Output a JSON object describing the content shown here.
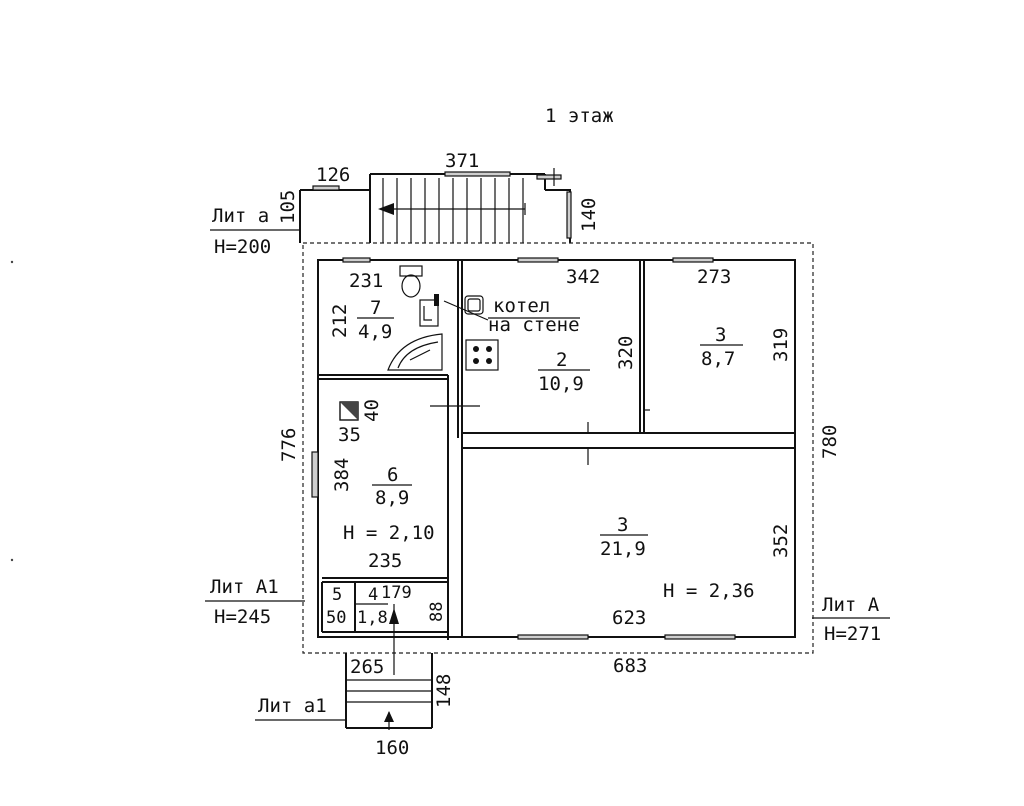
{
  "title": "1 этаж",
  "stair_top": {
    "w1": "126",
    "w2": "371",
    "h1": "105",
    "h2": "140"
  },
  "lit_a": {
    "name": "Лит а",
    "height": "H=200"
  },
  "lit_a1_upper": {
    "name": "Лит А1",
    "height": "H=245"
  },
  "lit_big_a": {
    "name": "Лит А",
    "height": "H=271"
  },
  "lit_a1_lower": {
    "name": "Лит а1"
  },
  "overall": {
    "left": "776",
    "right": "780",
    "bottom": "683"
  },
  "rooms": {
    "r7": {
      "num": "7",
      "area": "4,9",
      "w": "231",
      "h": "212"
    },
    "r2": {
      "num": "2",
      "area": "10,9",
      "w": "342",
      "h": "320",
      "boiler_line1": "котел",
      "boiler_line2": "на стене"
    },
    "r3s": {
      "num": "3",
      "area": "8,7",
      "w": "273",
      "h": "319"
    },
    "r6": {
      "num": "6",
      "area": "8,9",
      "h": "384",
      "w": "235",
      "height": "H = 2,10",
      "chimney_w": "35",
      "chimney_h": "40"
    },
    "r3b": {
      "num": "3",
      "area": "21,9",
      "h": "352",
      "w": "623",
      "height": "H = 2,36"
    },
    "r5": {
      "num": "5",
      "w": "50"
    },
    "r4": {
      "num": "4",
      "area": "1,8",
      "w": "179",
      "h": "88"
    }
  },
  "porch": {
    "w1": "265",
    "w2": "160",
    "h": "148"
  },
  "icons": [
    "toilet-icon",
    "sink-icon",
    "shower-icon",
    "stove-icon",
    "chimney-icon",
    "boiler-icon",
    "entry-arrow-icon"
  ]
}
